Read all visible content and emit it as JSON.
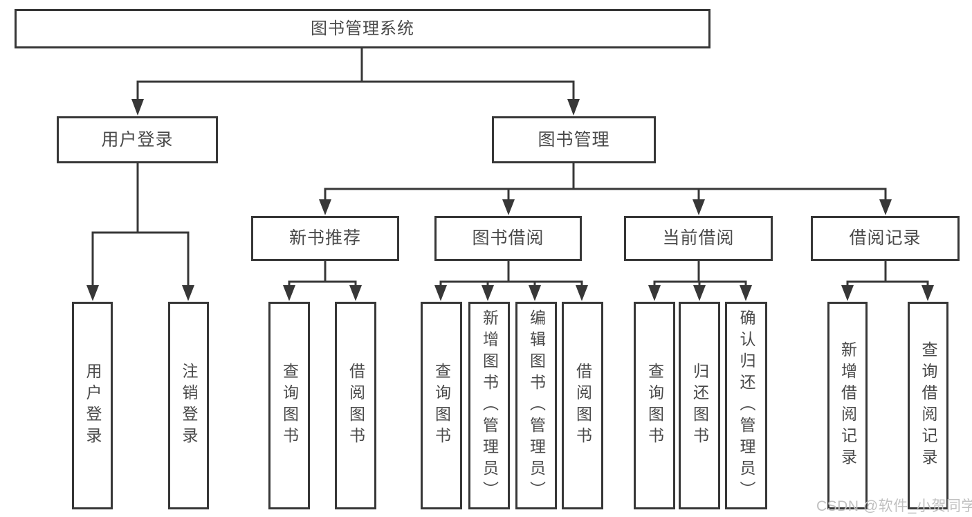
{
  "tree": {
    "root": {
      "label": "图书管理系统"
    },
    "branches": [
      {
        "label": "用户登录",
        "children": [
          {
            "label": "用户登录"
          },
          {
            "label": "注销登录"
          }
        ]
      },
      {
        "label": "图书管理",
        "children": [
          {
            "label": "新书推荐",
            "children": [
              {
                "label": "查询图书"
              },
              {
                "label": "借阅图书"
              }
            ]
          },
          {
            "label": "图书借阅",
            "children": [
              {
                "label": "查询图书"
              },
              {
                "label": "新增图书（管理员）"
              },
              {
                "label": "编辑图书（管理员）"
              },
              {
                "label": "借阅图书"
              }
            ]
          },
          {
            "label": "当前借阅",
            "children": [
              {
                "label": "查询图书"
              },
              {
                "label": "归还图书"
              },
              {
                "label": "确认归还（管理员）"
              }
            ]
          },
          {
            "label": "借阅记录",
            "children": [
              {
                "label": "新增借阅记录"
              },
              {
                "label": "查询借阅记录"
              }
            ]
          }
        ]
      }
    ]
  },
  "watermark": {
    "text": "CSDN @软件_小贺同学"
  },
  "colors": {
    "line": "#373737",
    "text": "#4a4a4a",
    "box_background": "#ffffff",
    "watermark": "#c0c0c0"
  }
}
